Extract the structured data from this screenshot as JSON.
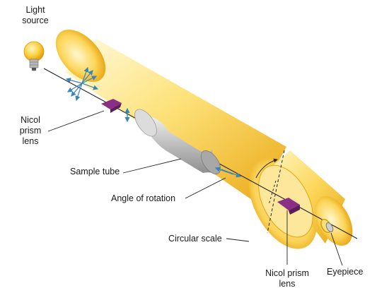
{
  "labels": {
    "light_source_1": "Light",
    "light_source_2": "source",
    "nicol_prism_1": "Nicol",
    "nicol_prism_2": "prism",
    "nicol_prism_3": "lens",
    "sample_tube": "Sample tube",
    "angle_of_rotation": "Angle of rotation",
    "circular_scale": "Circular scale",
    "nicol_prism_right_1": "Nicol prism",
    "nicol_prism_right_2": "lens",
    "eyepiece": "Eyepiece"
  },
  "colors": {
    "tube_light": "#fff3b0",
    "tube_mid": "#fcd75a",
    "tube_dark": "#e9a913",
    "prism": "#8b2f86",
    "arrow_blue": "#3a86b8",
    "sample_gray": "#c9c9c9",
    "bulb": "#f7c43a"
  },
  "icons": {
    "light_bulb": "light-bulb-icon"
  }
}
